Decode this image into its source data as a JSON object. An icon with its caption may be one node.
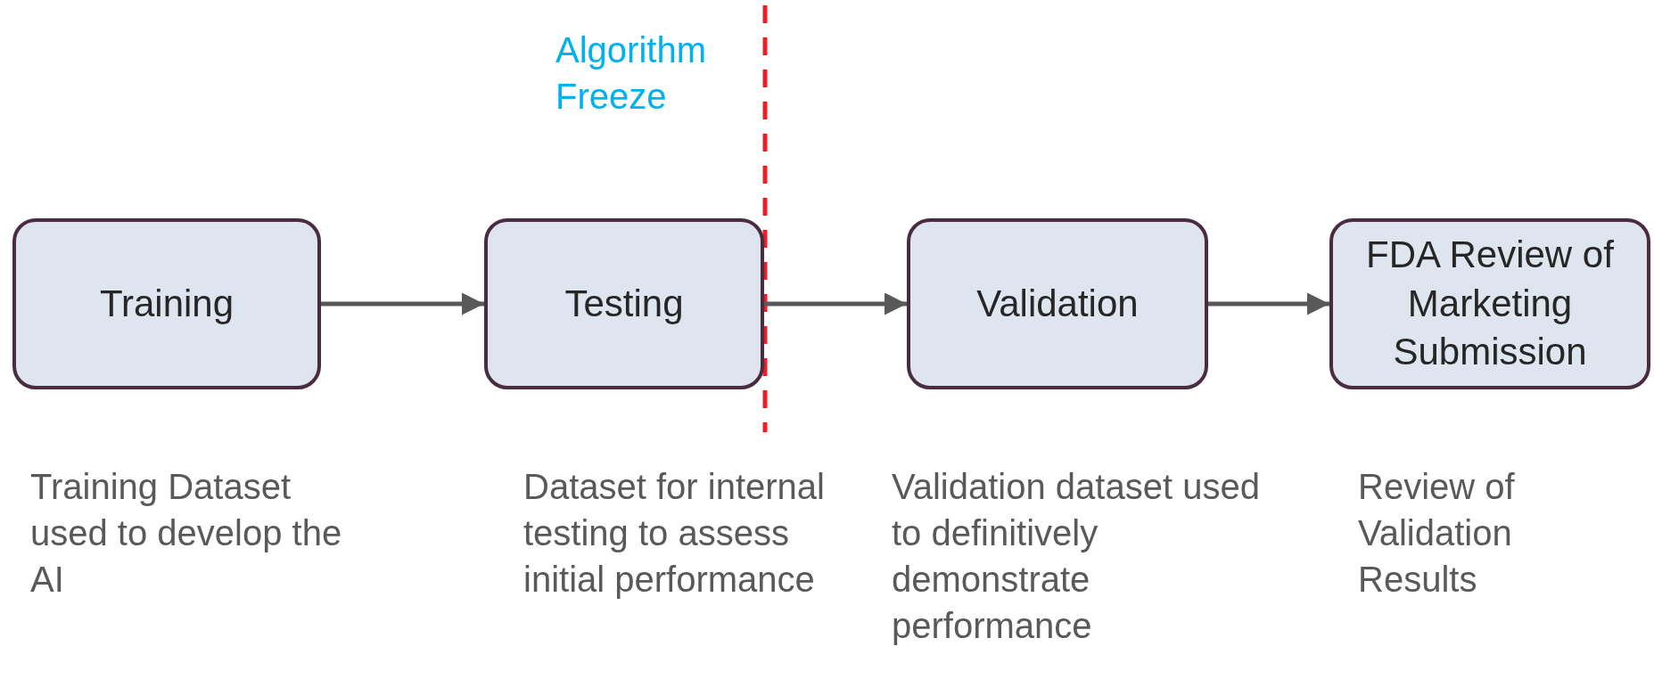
{
  "diagram": {
    "nodes": [
      {
        "text": [
          "Training"
        ],
        "beside": [
          "Training Dataset used to develop the AI"
        ]
      },
      {
        "text": [
          "Testing"
        ],
        "beside": [
          "Dataset for internal testing to assess initial performance"
        ]
      },
      {
        "text": [
          "Validation"
        ],
        "beside": [
          "Validation dataset used to definitively demonstrate performance"
        ]
      },
      {
        "text": [
          "FDA Review of Marketing Submission"
        ],
        "beside": [
          "Review of Validation Results"
        ]
      }
    ],
    "edges": [
      {
        "from": 0,
        "to": 1,
        "arrow": "to"
      },
      {
        "from": 1,
        "to": 2,
        "arrow": "to"
      },
      {
        "from": 2,
        "to": 3,
        "arrow": "to"
      }
    ],
    "labels": [
      "Algorithm Freeze"
    ]
  }
}
